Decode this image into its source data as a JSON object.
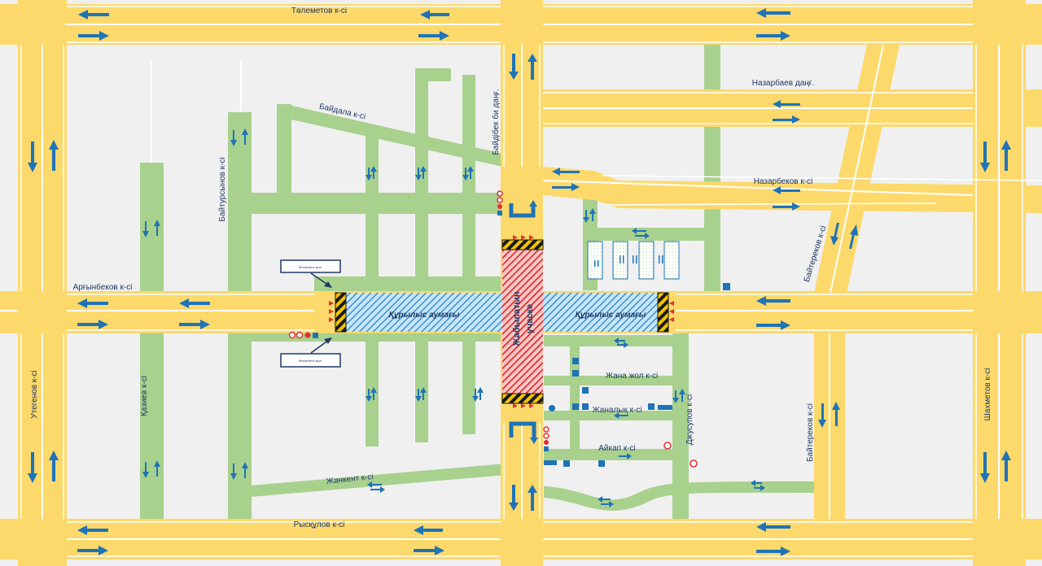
{
  "map": {
    "street_labels": {
      "telemetov": "Төлеметов к-сі",
      "nazarbaev": "Назарбаев даңғ.",
      "nazarbekov": "Назарбеков к-сі",
      "baidala": "Байдала к-сі",
      "baidibek": "Байдібек би даңғ.",
      "baitursynov": "Байтурсынов к-сі",
      "argynbekov": "Арғынбеков к-сі",
      "kaziev": "Қазиев к-сі",
      "ugetenov": "Утегенов к-сі",
      "baiterekov_top": "Байтереков к-сі",
      "baiterekov_bottom": "Байтереков к-сі",
      "shakhmetov": "Шахметов к-сі",
      "zhana_zhol": "Жана жол к-сі",
      "zhanalyk": "Жаналық к-сі",
      "aikap": "Айкап к-сі",
      "dzhusupov": "Джусупов к-сі",
      "zhankent": "Жанкент к-сі",
      "ryskulov": "Рысқұлов к-сі"
    },
    "zones": {
      "construction_left": "Құрылыс аумағы",
      "construction_right": "Құрылыс аумағы",
      "closed_line1": "Жабылатын",
      "closed_line2": "учаске"
    },
    "notes": {
      "top": "Өткізілетін жол",
      "bottom": "Өткізілетін жол"
    },
    "colors": {
      "road": "#fcd96a",
      "local_road": "#a9d18e",
      "lane_line": "#ffffff",
      "arrow": "#1f73b7",
      "construction_fill": "#5ab0e0",
      "closed_fill": "#e03030",
      "barrier_stripe": "#f5c400",
      "label": "#1f3864"
    }
  }
}
